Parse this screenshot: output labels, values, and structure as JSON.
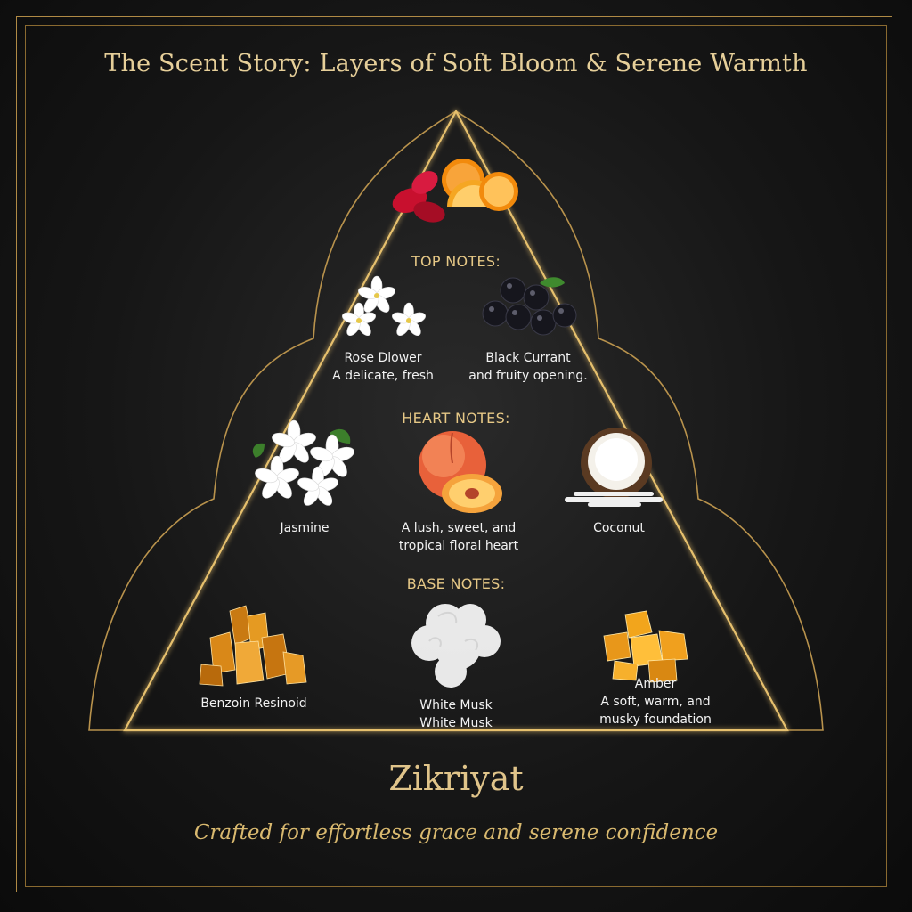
{
  "title": "The Scent Story: Layers of Soft Bloom & Serene Warmth",
  "tiers": {
    "top": {
      "label": "TOP NOTES:",
      "notes": [
        {
          "name": "Rose Dlower",
          "desc": "A delicate, fresh",
          "icon": "white-flower-icon"
        },
        {
          "name": "Black Currant",
          "desc": "and fruity opening.",
          "icon": "black-currant-icon"
        }
      ]
    },
    "heart": {
      "label": "HEART NOTES:",
      "notes": [
        {
          "name": "Jasmine",
          "icon": "jasmine-icon"
        },
        {
          "name": "A lush, sweet, and",
          "desc": "tropical floral heart",
          "icon": "peach-icon"
        },
        {
          "name": "Coconut",
          "icon": "coconut-icon"
        }
      ]
    },
    "base": {
      "label": "BASE NOTES:",
      "notes": [
        {
          "name": "Benzoin Resinoid",
          "icon": "resin-crystal-icon"
        },
        {
          "name": "White Musk",
          "desc": "White Musk",
          "icon": "musk-cloud-icon"
        },
        {
          "name": "Amber",
          "desc": "A soft, warm, and",
          "desc2": "musky foundation",
          "icon": "amber-crystal-icon"
        }
      ]
    }
  },
  "apex_icon": "rose-orange-icon",
  "brand": "Zikriyat",
  "tagline": "Crafted for effortless grace and serene confidence",
  "colors": {
    "gold": "#d8b56a",
    "background": "#141414",
    "text": "#f2f2f2"
  }
}
